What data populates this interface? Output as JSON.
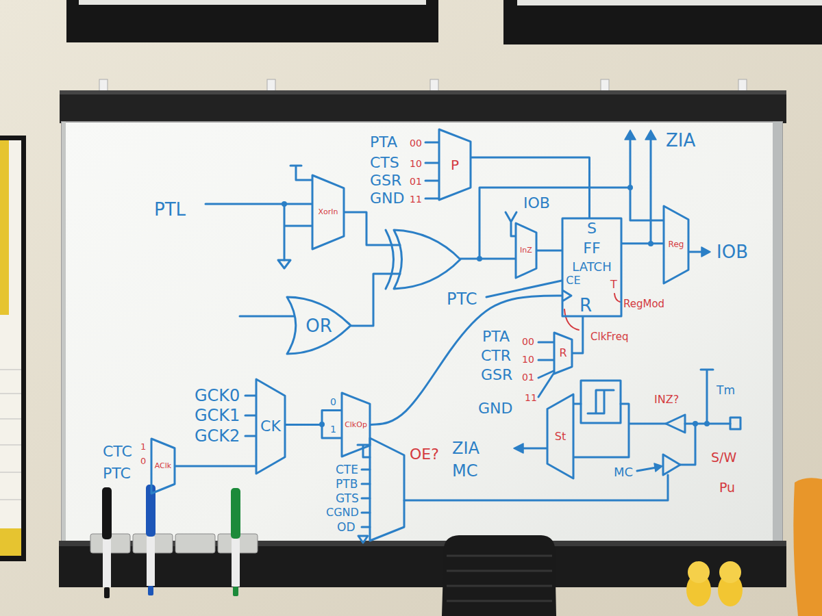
{
  "diagram": {
    "nodes": [
      {
        "text": [
          "XorIn"
        ]
      },
      {
        "text": [
          "P"
        ]
      },
      {
        "text": [
          "OR"
        ]
      },
      {
        "text": [
          "InZ"
        ]
      },
      {
        "text": [
          "S",
          "FF",
          "LATCH",
          "CE",
          "R",
          "T"
        ]
      },
      {
        "text": [
          "Reg"
        ]
      },
      {
        "text": [
          "R"
        ]
      },
      {
        "text": [
          "CK"
        ]
      },
      {
        "text": [
          "ClkOp"
        ]
      },
      {
        "text": [
          "AClk"
        ]
      },
      {
        "text": [
          "St"
        ]
      }
    ],
    "edges": [
      {
        "from": 1,
        "to": 4,
        "arrow": "none"
      },
      {
        "from": 3,
        "to": 4,
        "arrow": "none"
      },
      {
        "from": 4,
        "to": 5,
        "arrow": "none"
      },
      {
        "from": 6,
        "to": 4,
        "arrow": "none"
      },
      {
        "from": 8,
        "to": 4,
        "arrow": "none"
      },
      {
        "from": 7,
        "to": 8,
        "arrow": "none"
      },
      {
        "from": 9,
        "to": 7,
        "arrow": "none"
      }
    ],
    "labels": [
      "PTA",
      "00",
      "CTS",
      "10",
      "GSR",
      "01",
      "GND",
      "11",
      "PTL",
      "IOB",
      "ZIA",
      "IOB",
      "PTC",
      "RegMod",
      "ClkFreq",
      "PTA",
      "00",
      "CTR",
      "10",
      "GSR",
      "01",
      "GND",
      "11",
      "GCK0",
      "GCK1",
      "GCK2",
      "0",
      "1",
      "CTC",
      "1",
      "PTC",
      "0",
      "CTE",
      "PTB",
      "GTS",
      "CGND",
      "OD",
      "OE?",
      "ZIA",
      "MC",
      "INZ?",
      "Tm",
      "S/W",
      "Pu",
      "MC"
    ]
  }
}
